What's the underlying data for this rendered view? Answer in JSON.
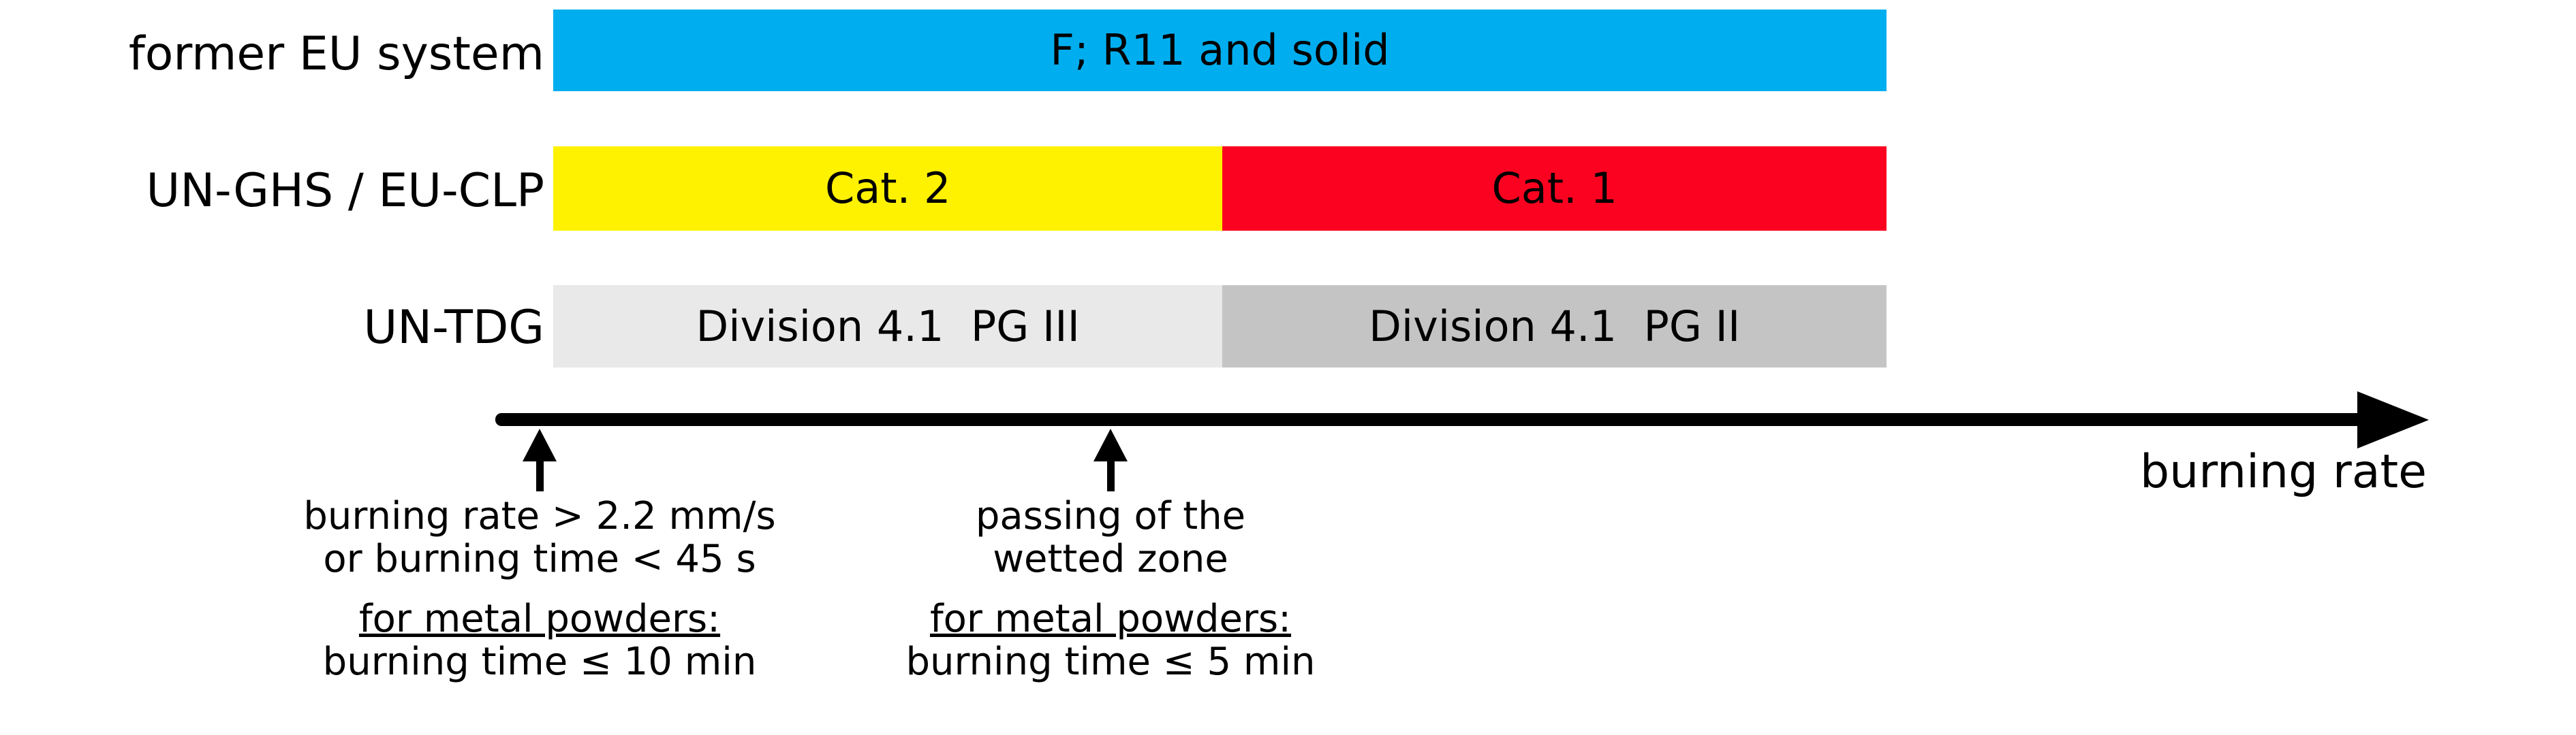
{
  "chart_data": {
    "type": "bar",
    "title": "",
    "xlabel": "burning rate",
    "ylabel": "",
    "grid": false,
    "legend": "none",
    "axis": {
      "label": "burning rate",
      "direction": "increasing-right",
      "ticks": [
        {
          "position_fraction": 0.0,
          "lines": [
            "burning rate > 2.2 mm/s",
            "or burning time < 45 s"
          ],
          "underlined_heading": "for metal powders:",
          "underlined_detail": "burning time ≤ 10 min"
        },
        {
          "position_fraction": 0.502,
          "lines": [
            "passing of the",
            "wetted zone"
          ],
          "underlined_heading": "for metal powders:",
          "underlined_detail": "burning time ≤ 5 min"
        }
      ]
    },
    "rows": [
      {
        "label": "former EU system",
        "segments": [
          {
            "text": "F; R11 and solid",
            "color": "#00AEEF",
            "span_fraction": 1.0
          }
        ]
      },
      {
        "label": "UN-GHS / EU-CLP",
        "segments": [
          {
            "text": "Cat. 2",
            "color": "#FFF200",
            "span_fraction": 0.502
          },
          {
            "text": "Cat. 1",
            "color": "#FB0320",
            "span_fraction": 0.498
          }
        ]
      },
      {
        "label": "UN-TDG",
        "segments": [
          {
            "text": "Division 4.1  PG III",
            "color": "#E9E9E9",
            "span_fraction": 0.502
          },
          {
            "text": "Division 4.1  PG II",
            "color": "#C4C4C4",
            "span_fraction": 0.498
          }
        ]
      }
    ]
  },
  "rows": {
    "eu": {
      "label": "former EU system",
      "segment_full": "F; R11 and solid"
    },
    "ghs": {
      "label": "UN-GHS / EU-CLP",
      "segment_left": "Cat. 2",
      "segment_right": "Cat. 1"
    },
    "tdg": {
      "label": "UN-TDG",
      "segment_left": "Division 4.1  PG III",
      "segment_right": "Division 4.1  PG II"
    }
  },
  "axis": {
    "title": "burning rate"
  },
  "annotations": {
    "left": {
      "line1": "burning rate > 2.2 mm/s",
      "line2": "or burning time < 45 s",
      "line3": "for metal powders:",
      "line4": "burning time ≤ 10 min"
    },
    "middle": {
      "line1": "passing of the",
      "line2": "wetted zone",
      "line3": "for metal powders:",
      "line4": "burning time ≤ 5 min"
    }
  },
  "colors": {
    "blue": "#00AEEF",
    "yellow": "#FFF200",
    "red": "#FB0320",
    "light_gray": "#E9E9E9",
    "mid_gray": "#C4C4C4",
    "black": "#000000",
    "background": "#FFFFFF"
  }
}
